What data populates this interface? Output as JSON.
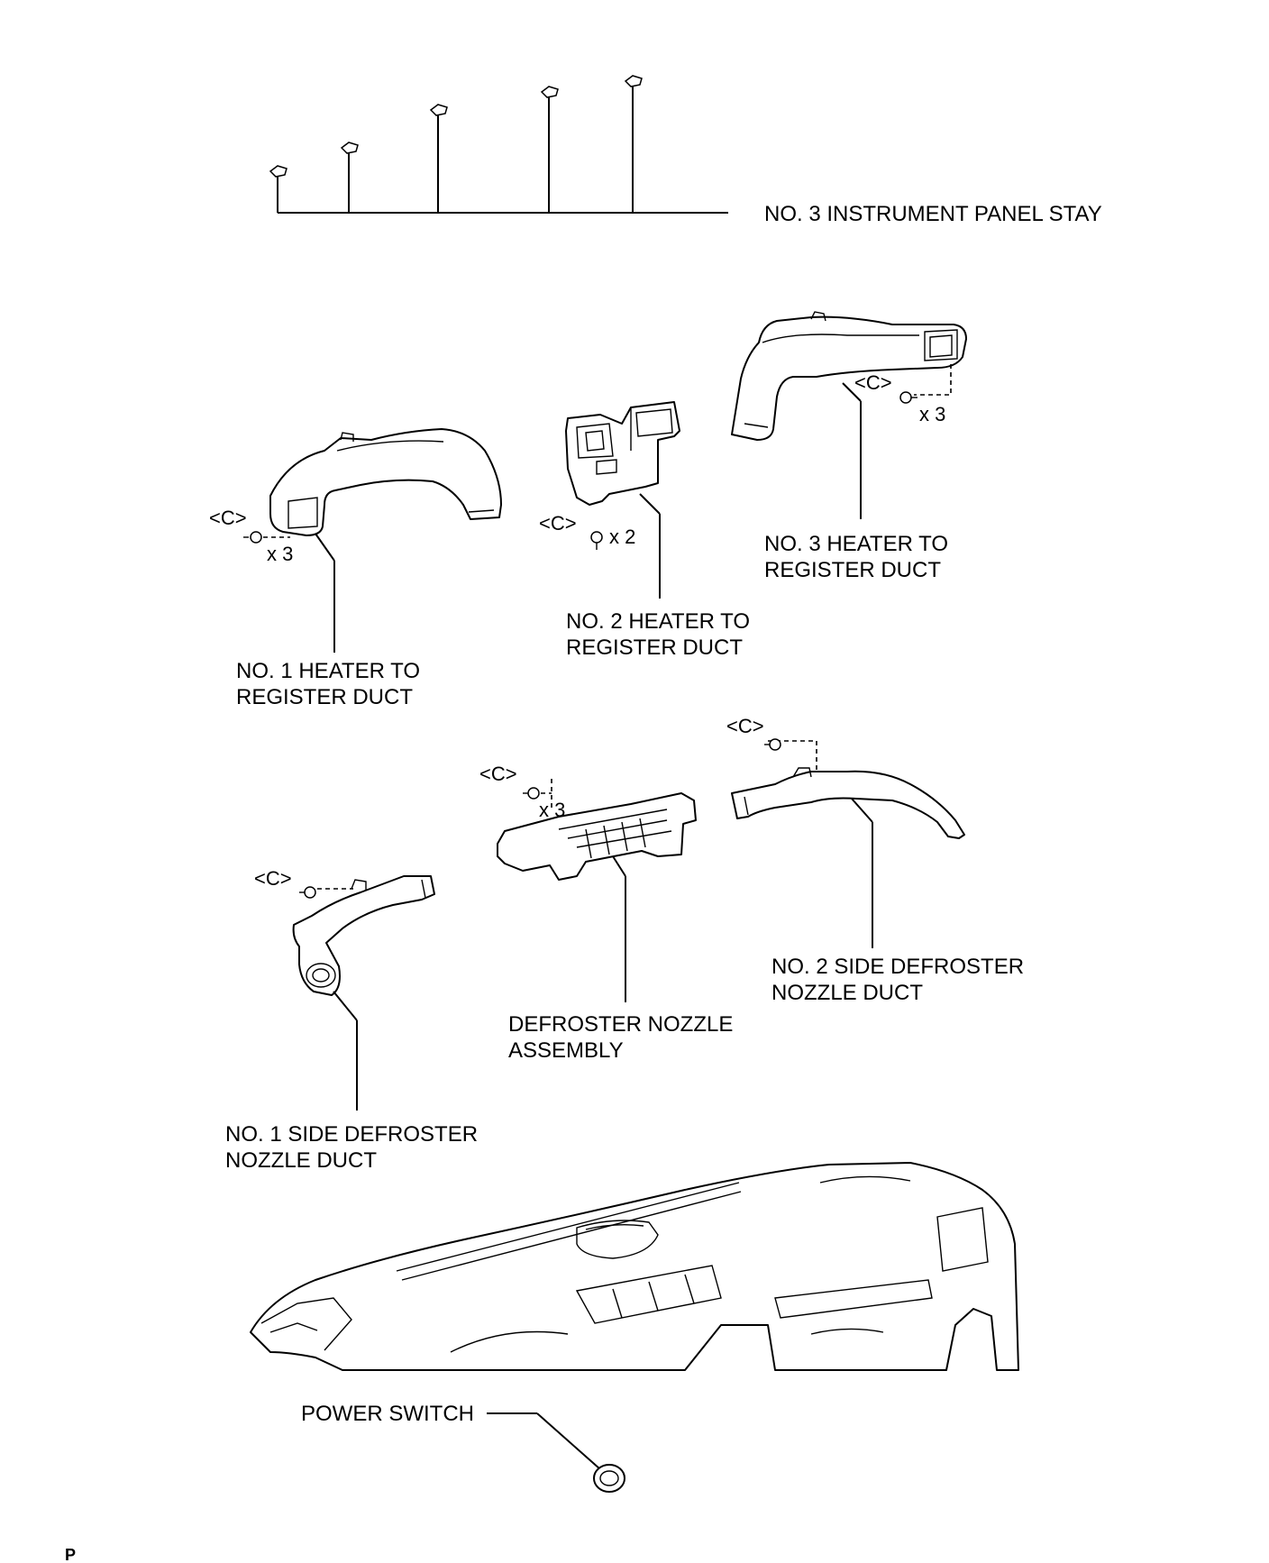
{
  "labels": {
    "stay": "NO. 3 INSTRUMENT PANEL STAY",
    "duct1_l1": "NO. 1 HEATER TO",
    "duct1_l2": "REGISTER DUCT",
    "duct2_l1": "NO. 2 HEATER TO",
    "duct2_l2": "REGISTER DUCT",
    "duct3_l1": "NO. 3 HEATER TO",
    "duct3_l2": "REGISTER DUCT",
    "defroster_l1": "DEFROSTER NOZZLE",
    "defroster_l2": "ASSEMBLY",
    "side1_l1": "NO. 1 SIDE DEFROSTER",
    "side1_l2": "NOZZLE DUCT",
    "side2_l1": "NO. 2 SIDE DEFROSTER",
    "side2_l2": "NOZZLE DUCT",
    "power_switch": "POWER SWITCH",
    "page_mark": "P"
  },
  "fasteners": {
    "c_code": "<C>",
    "x3": "x 3",
    "x2": "x 2"
  },
  "icons": {
    "clip": "clip-icon",
    "screw": "screw-icon"
  }
}
